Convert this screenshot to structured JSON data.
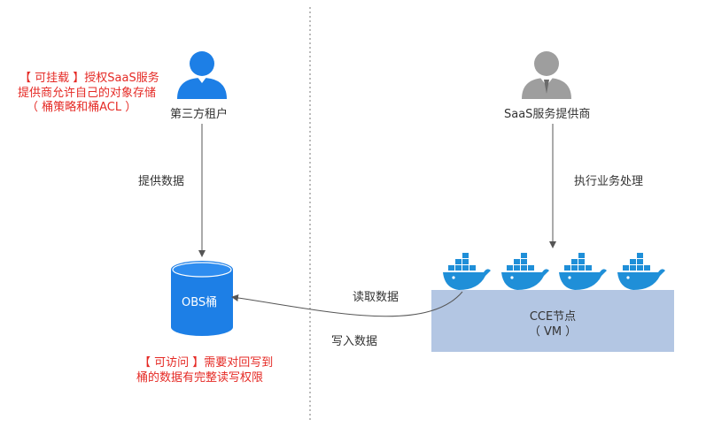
{
  "left_panel": {
    "tenant_label": "第三方租户",
    "mount_note_line1_bracket": "【 可挂载 】",
    "mount_note_line1_rest": "授权SaaS服务",
    "mount_note_line2": "提供商允许自己的对象存储",
    "mount_note_line3": "（ 桶策略和桶ACL ）",
    "provide_data_label": "提供数据",
    "bucket_label": "OBS桶",
    "access_note_line1_bracket": "【 可访问 】",
    "access_note_line1_rest": "需要对回写到",
    "access_note_line2": "桶的数据有完整读写权限"
  },
  "right_panel": {
    "provider_label": "SaaS服务提供商",
    "process_label": "执行业务处理",
    "node_line1": "CCE节点",
    "node_line2": "（ VM ）"
  },
  "flow": {
    "read_label": "读取数据",
    "write_label": "写入数据"
  },
  "colors": {
    "tenant_blue": "#1d7fe6",
    "provider_gray": "#9e9e9e",
    "bucket_blue": "#1d7fe6",
    "node_fill": "#b3c6e3",
    "docker_blue": "#1f8fd8",
    "note_red": "#e52a25"
  },
  "icons": {
    "tenant": "user-icon",
    "provider": "business-user-icon",
    "bucket": "database-cylinder-icon",
    "containers": [
      "docker-whale-icon",
      "docker-whale-icon",
      "docker-whale-icon",
      "docker-whale-icon"
    ]
  }
}
